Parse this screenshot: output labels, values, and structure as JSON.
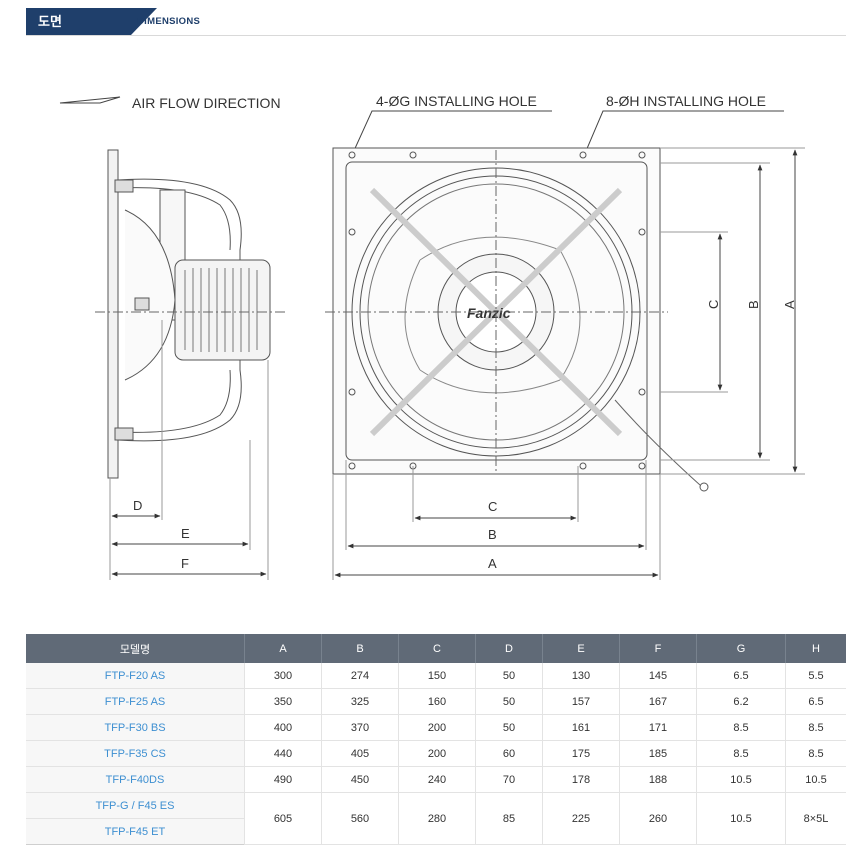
{
  "header": {
    "title": "도면",
    "subtitle": "DIMENSIONS"
  },
  "drawing": {
    "airflow_label": "AIR FLOW DIRECTION",
    "hole_g_label": "4-ØG INSTALLING HOLE",
    "hole_h_label": "8-ØH INSTALLING HOLE",
    "brand": "Fanzic",
    "dim_labels": {
      "a": "A",
      "b": "B",
      "c": "C",
      "d": "D",
      "e": "E",
      "f": "F"
    }
  },
  "table": {
    "headers": [
      "모델명",
      "A",
      "B",
      "C",
      "D",
      "E",
      "F",
      "G",
      "H"
    ],
    "rows": [
      {
        "model": "FTP-F20 AS",
        "a": "300",
        "b": "274",
        "c": "150",
        "d": "50",
        "e": "130",
        "f": "145",
        "g": "6.5",
        "h": "5.5"
      },
      {
        "model": "FTP-F25 AS",
        "a": "350",
        "b": "325",
        "c": "160",
        "d": "50",
        "e": "157",
        "f": "167",
        "g": "6.2",
        "h": "6.5"
      },
      {
        "model": "TFP-F30 BS",
        "a": "400",
        "b": "370",
        "c": "200",
        "d": "50",
        "e": "161",
        "f": "171",
        "g": "8.5",
        "h": "8.5"
      },
      {
        "model": "TFP-F35 CS",
        "a": "440",
        "b": "405",
        "c": "200",
        "d": "60",
        "e": "175",
        "f": "185",
        "g": "8.5",
        "h": "8.5"
      },
      {
        "model": "TFP-F40DS",
        "a": "490",
        "b": "450",
        "c": "240",
        "d": "70",
        "e": "178",
        "f": "188",
        "g": "10.5",
        "h": "10.5"
      }
    ],
    "merged": {
      "models": [
        "TFP-G / F45 ES",
        "TFP-F45 ET"
      ],
      "a": "605",
      "b": "560",
      "c": "280",
      "d": "85",
      "e": "225",
      "f": "260",
      "g": "10.5",
      "h": "8×5L"
    }
  }
}
